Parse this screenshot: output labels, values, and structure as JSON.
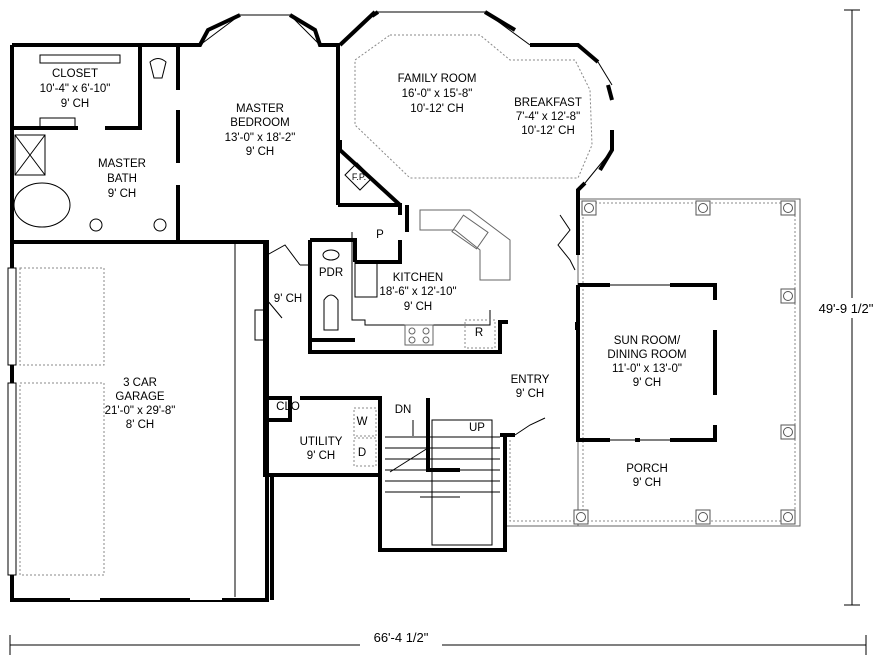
{
  "rooms": {
    "closet": {
      "name": "CLOSET",
      "size": "10'-4\" x 6'-10\"",
      "ceiling": "9' CH"
    },
    "master_bath": {
      "name1": "MASTER",
      "name2": "BATH",
      "ceiling": "9' CH"
    },
    "master_bedroom": {
      "name1": "MASTER",
      "name2": "BEDROOM",
      "size": "13'-0\" x 18'-2\"",
      "ceiling": "9' CH"
    },
    "family_room": {
      "name": "FAMILY ROOM",
      "size": "16'-0\" x 15'-8\"",
      "ceiling": "10'-12' CH"
    },
    "breakfast": {
      "name": "BREAKFAST",
      "size": "7'-4\" x 12'-8\"",
      "ceiling": "10'-12' CH"
    },
    "fireplace": {
      "name": "F.P."
    },
    "pantry": {
      "name": "P"
    },
    "powder": {
      "name": "PDR"
    },
    "kitchen": {
      "name": "KITCHEN",
      "size": "18'-6\" x 12'-10\"",
      "ceiling": "9' CH"
    },
    "refrigerator": {
      "name": "R"
    },
    "hall": {
      "ceiling": "9' CH"
    },
    "garage": {
      "name1": "3 CAR",
      "name2": "GARAGE",
      "size": "21'-0\" x 29'-8\"",
      "ceiling": "8' CH"
    },
    "clo": {
      "name": "CLO"
    },
    "washer": {
      "name": "W"
    },
    "dryer": {
      "name": "D"
    },
    "utility": {
      "name": "UTILITY",
      "ceiling": "9' CH"
    },
    "stairs": {
      "down": "DN",
      "up": "UP"
    },
    "entry": {
      "name": "ENTRY",
      "ceiling": "9' CH"
    },
    "sun_room": {
      "name1": "SUN ROOM/",
      "name2": "DINING ROOM",
      "size": "11'-0\" x 13'-0\"",
      "ceiling": "9' CH"
    },
    "porch": {
      "name": "PORCH",
      "ceiling": "9' CH"
    }
  },
  "dimensions": {
    "depth": "49'-9 1/2\"",
    "width": "66'-4 1/2\""
  }
}
